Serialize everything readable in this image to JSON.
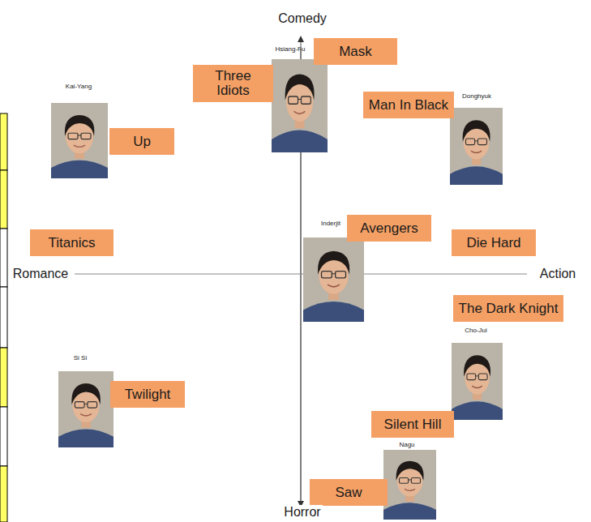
{
  "diagram": {
    "nodes": [
      {
        "text": [
          "Mask"
        ]
      },
      {
        "text": [
          "Three Idiots"
        ]
      },
      {
        "text": [
          "Up"
        ]
      },
      {
        "text": [
          "Man In Black"
        ]
      },
      {
        "text": [
          "Titanics"
        ]
      },
      {
        "text": [
          "Avengers"
        ]
      },
      {
        "text": [
          "Die Hard"
        ]
      },
      {
        "text": [
          "The Dark Knight"
        ]
      },
      {
        "text": [
          "Twilight"
        ]
      },
      {
        "text": [
          "Silent Hill"
        ]
      },
      {
        "text": [
          "Saw"
        ]
      }
    ],
    "labels": [
      "Comedy",
      "Horror",
      "Romance",
      "Action",
      "Hsiang-Fu",
      "Kai-Yang",
      "Donghyuk",
      "Inderjit",
      "Cho-Jui",
      "Si Si",
      "Nagu"
    ]
  }
}
